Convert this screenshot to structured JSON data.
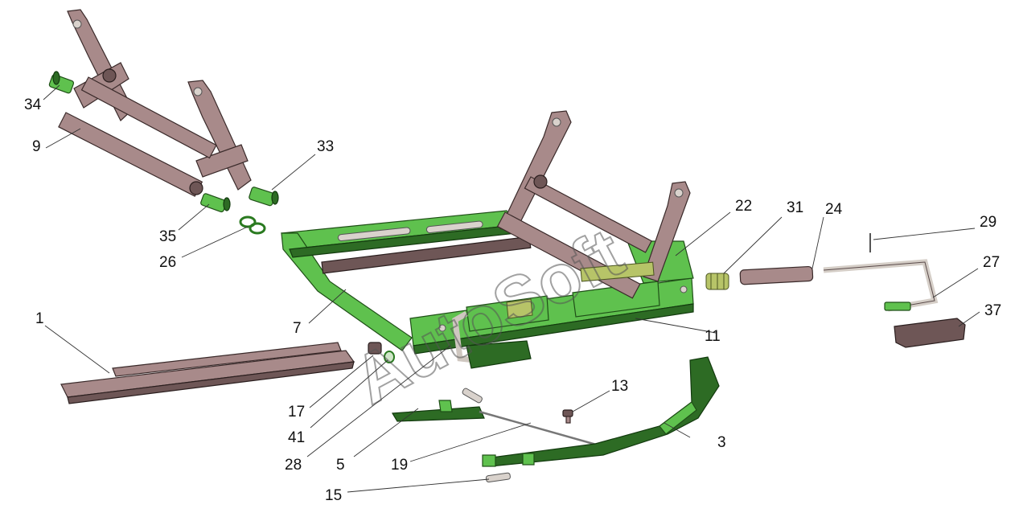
{
  "watermark": "AutoSoft",
  "callouts": {
    "c1": "1",
    "c3": "3",
    "c5": "5",
    "c7": "7",
    "c9": "9",
    "c11": "11",
    "c13": "13",
    "c15": "15",
    "c17": "17",
    "c19": "19",
    "c22": "22",
    "c24": "24",
    "c26": "26",
    "c27": "27",
    "c28": "28",
    "c29": "29",
    "c31": "31",
    "c33": "33",
    "c34": "34",
    "c35": "35",
    "c37": "37",
    "c41": "41"
  },
  "colors": {
    "frame": "#5fc14e",
    "parts": "#a88a8a"
  }
}
